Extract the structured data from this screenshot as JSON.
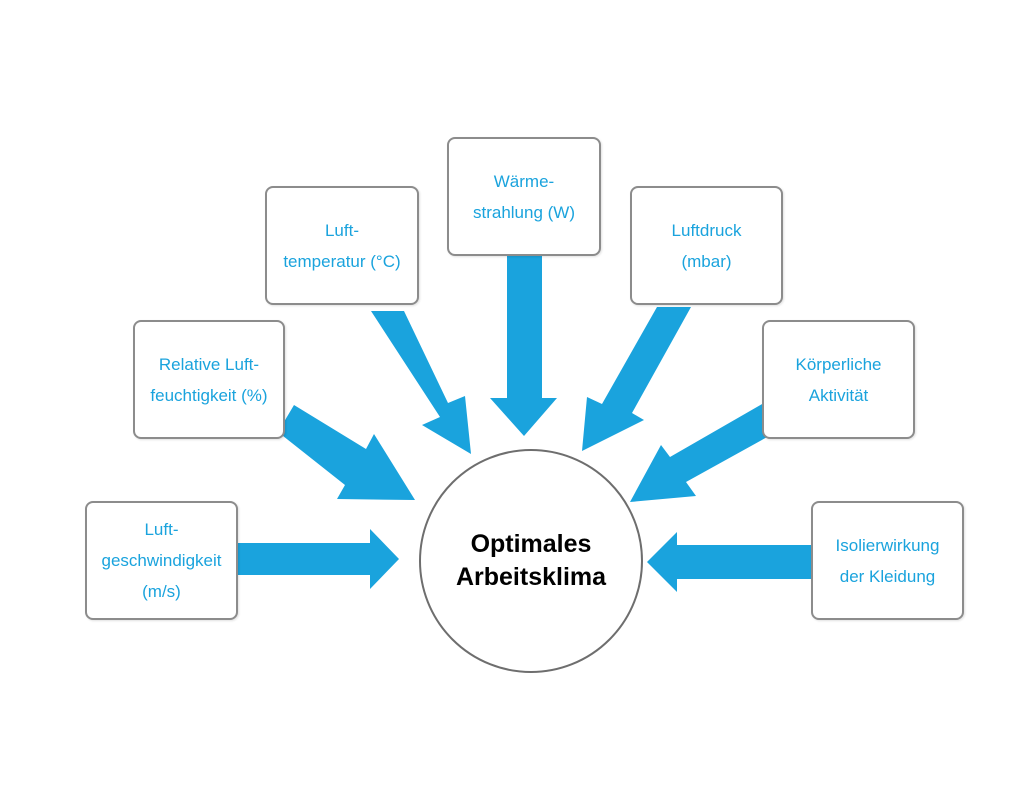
{
  "colors": {
    "arrow": "#1aa3dd",
    "box_text": "#1aa3dd",
    "box_border": "#8c8c8c",
    "center_text": "#000000",
    "center_border": "#6e6e6e"
  },
  "center": {
    "label": "Optimales\nArbeitsklima"
  },
  "factors": [
    {
      "id": "luftgeschwindigkeit",
      "label": "Luft-\ngeschwindigkeit\n(m/s)"
    },
    {
      "id": "luftfeuchtigkeit",
      "label": "Relative Luft-\nfeuchtigkeit (%)"
    },
    {
      "id": "lufttemperatur",
      "label": "Luft-\ntemperatur (°C)"
    },
    {
      "id": "waermestrahlung",
      "label": "Wärme-\nstrahlung (W)"
    },
    {
      "id": "luftdruck",
      "label": "Luftdruck\n(mbar)"
    },
    {
      "id": "koerperliche-aktivitaet",
      "label": "Körperliche\nAktivität"
    },
    {
      "id": "isolierwirkung",
      "label": "Isolierwirkung\nder Kleidung"
    }
  ]
}
